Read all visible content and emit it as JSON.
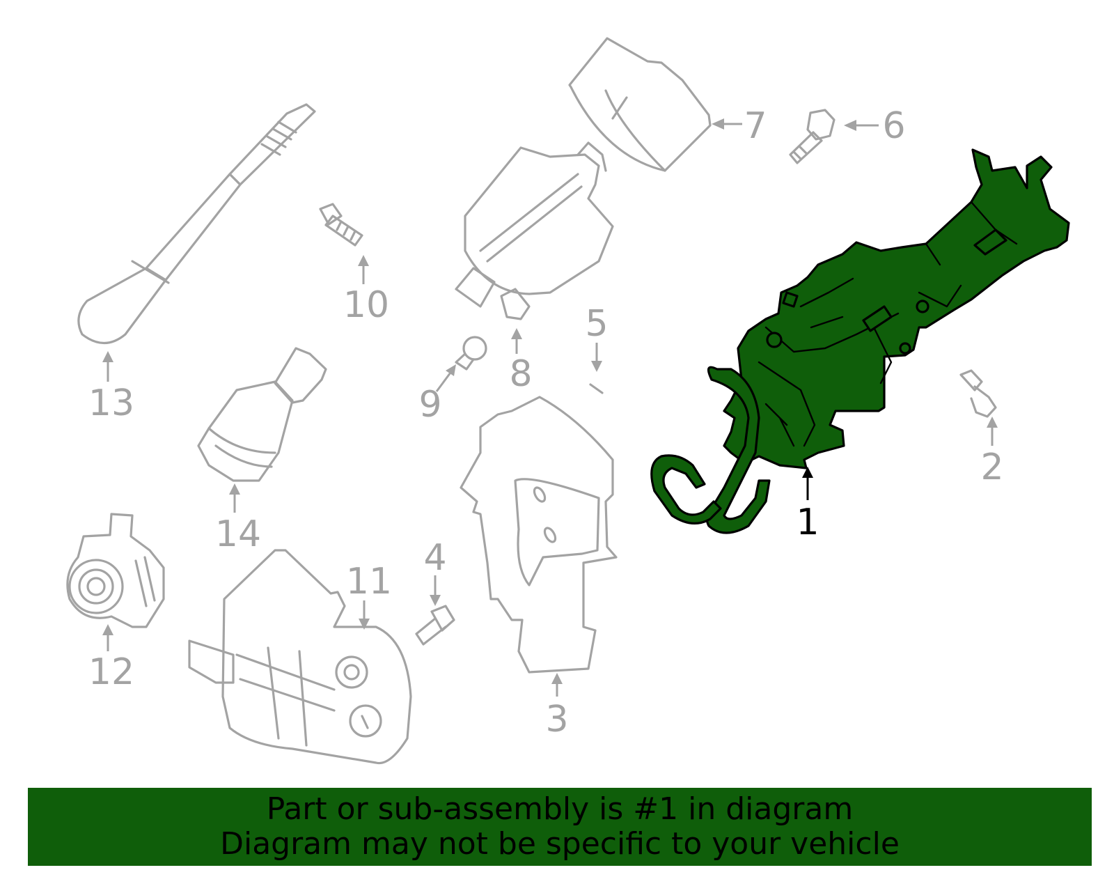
{
  "diagram": {
    "callouts": [
      "1",
      "2",
      "3",
      "4",
      "5",
      "6",
      "7",
      "8",
      "9",
      "10",
      "11",
      "12",
      "13",
      "14"
    ],
    "highlighted_part": "1",
    "colors": {
      "highlight": "#0f5e0a",
      "line": "#a3a3a3",
      "active_label": "#000000"
    }
  },
  "banner": {
    "line1": "Part or sub-assembly is #1 in diagram",
    "line2": "Diagram may not be specific to your vehicle"
  }
}
